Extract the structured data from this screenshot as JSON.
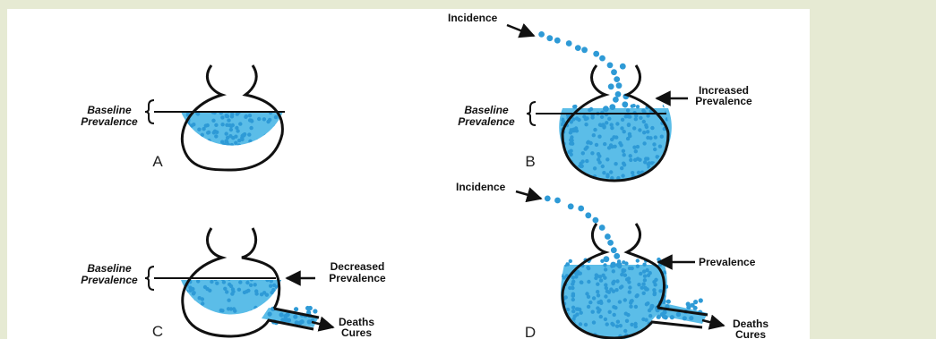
{
  "colors": {
    "page_bg": "#e6ead3",
    "panel_bg": "#ffffff",
    "fluid": "#5bbde8",
    "particle": "#2e9ad6",
    "stroke": "#111111"
  },
  "panels": {
    "A": {
      "letter": "A",
      "baseline_line1": "Baseline",
      "baseline_line2": "Prevalence"
    },
    "B": {
      "letter": "B",
      "baseline_line1": "Baseline",
      "baseline_line2": "Prevalence",
      "incidence": "Incidence",
      "prevalence_line1": "Increased",
      "prevalence_line2": "Prevalence"
    },
    "C": {
      "letter": "C",
      "baseline_line1": "Baseline",
      "baseline_line2": "Prevalence",
      "prevalence_line1": "Decreased",
      "prevalence_line2": "Prevalence",
      "outflow_line1": "Deaths",
      "outflow_line2": "Cures"
    },
    "D": {
      "letter": "D",
      "incidence": "Incidence",
      "prevalence": "Prevalence",
      "outflow_line1": "Deaths",
      "outflow_line2": "Cures"
    }
  }
}
